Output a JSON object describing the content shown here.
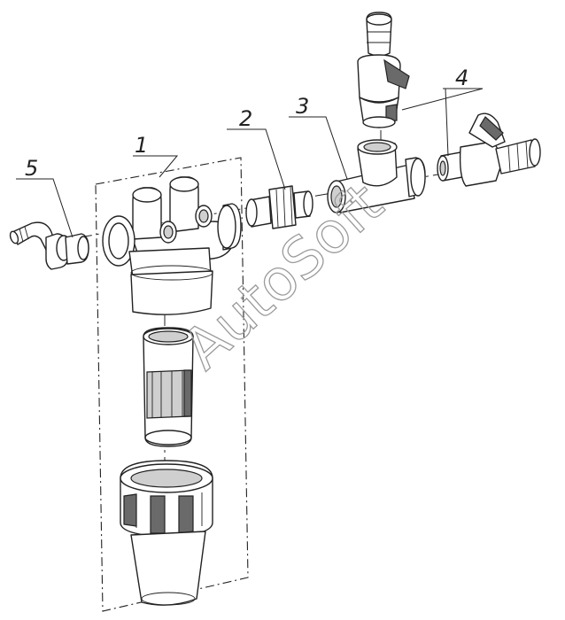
{
  "callouts": [
    {
      "id": "1",
      "text": "1"
    },
    {
      "id": "2",
      "text": "2"
    },
    {
      "id": "3",
      "text": "3"
    },
    {
      "id": "4",
      "text": "4"
    },
    {
      "id": "5",
      "text": "5"
    }
  ],
  "watermark": "AutoSoft",
  "colors": {
    "line": "#222222",
    "shade": "#cfcfcf",
    "background": "#ffffff",
    "watermark": "#9a9a9a"
  }
}
